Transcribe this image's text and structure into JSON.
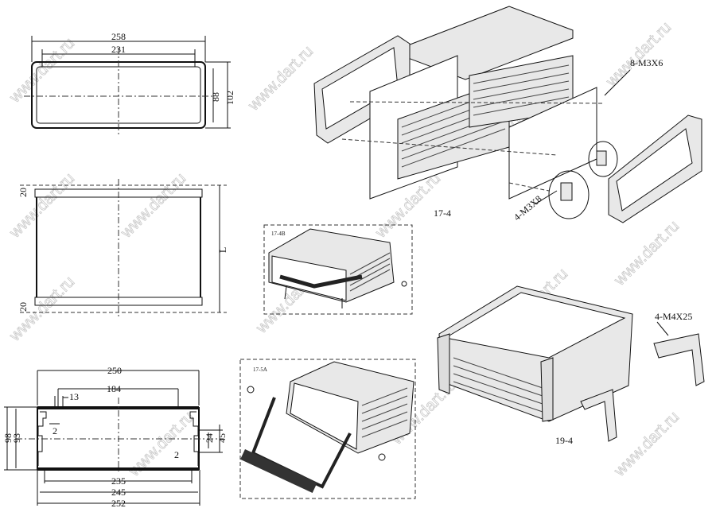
{
  "watermark": "www.dart.ru",
  "front_view": {
    "width_outer": "258",
    "width_inner": "231",
    "height_inner": "88",
    "height_outer": "102"
  },
  "side_view": {
    "top_cap": "20",
    "bottom_cap": "20",
    "length": "L"
  },
  "profile_view": {
    "w250": "250",
    "w184": "184",
    "w13": "13",
    "t2_left": "2",
    "t2_right": "2",
    "h24": "24",
    "h45": "45",
    "h98": "98",
    "h93": "93",
    "w235": "235",
    "w245": "245",
    "w252": "252"
  },
  "exploded_view": {
    "model": "17-4",
    "screws_top": "8-M3X6",
    "screws_bottom": "4-M3X8"
  },
  "inset_a": {
    "label": "17-4B"
  },
  "inset_b": {
    "label": "17-5A"
  },
  "assembled_view": {
    "model": "19-4",
    "screws": "4-M4X25"
  }
}
